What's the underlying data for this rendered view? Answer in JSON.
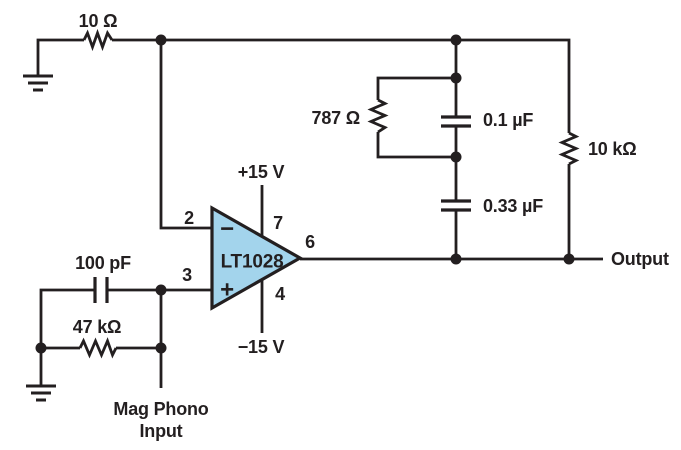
{
  "schematic": {
    "opamp": {
      "part_label": "LT1028",
      "inverting_sign": "−",
      "noninverting_sign": "+",
      "pin_inverting": "2",
      "pin_noninverting": "3",
      "pin_vplus": "7",
      "pin_vminus": "4",
      "pin_output": "6"
    },
    "supplies": {
      "positive": "+15 V",
      "negative": "−15 V"
    },
    "resistors": {
      "input_ground": "10 Ω",
      "input_load": "47 kΩ",
      "feedback": "787 Ω",
      "output_load": "10 kΩ"
    },
    "capacitors": {
      "input": "100 pF",
      "feedback_parallel": "0.1 µF",
      "feedback_series": "0.33 µF"
    },
    "ports": {
      "input_line1": "Mag Phono",
      "input_line2": "Input",
      "output": "Output"
    },
    "colors": {
      "line": "#231f20",
      "opamp_fill": "#a3d4ec"
    }
  }
}
